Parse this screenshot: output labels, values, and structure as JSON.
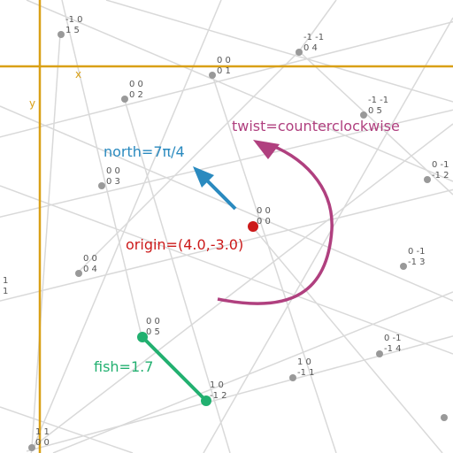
{
  "colors": {
    "grid": "#d9d9d9",
    "vertex": "#999999",
    "vertex_text": "#555555",
    "axis": "#d9a016",
    "origin": "#cc1a1a",
    "north": "#2a8abf",
    "twist": "#b0407f",
    "fish": "#22b070"
  },
  "axes": {
    "x_label": "x",
    "y_label": "y"
  },
  "origin": {
    "label": "origin=(4.0,-3.0)",
    "line1": "0 0",
    "line2": "0 0"
  },
  "north": {
    "label": "north=7π/4",
    "angle_text": "7π/4"
  },
  "twist": {
    "label": "twist=counterclockwise",
    "direction": "counterclockwise"
  },
  "fish": {
    "label": "fish=1.7",
    "value": 1.7
  },
  "vertices": [
    {
      "l1": "-1 0",
      "l2": "1 5"
    },
    {
      "l1": "0 0",
      "l2": "0 1"
    },
    {
      "l1": "-1 -1",
      "l2": "0 4"
    },
    {
      "l1": "0 0",
      "l2": "0 2"
    },
    {
      "l1": "-1 -1",
      "l2": "0 5"
    },
    {
      "l1": "0 0",
      "l2": "0 3"
    },
    {
      "l1": "0 -1",
      "l2": "-1 2"
    },
    {
      "l1": "0 0",
      "l2": "0 4"
    },
    {
      "l1": "0 -1",
      "l2": "-1 3"
    },
    {
      "l1": "0 0",
      "l2": "0 5"
    },
    {
      "l1": "0 -1",
      "l2": "-1 4"
    },
    {
      "l1": "1 0",
      "l2": "-1 1"
    },
    {
      "l1": "1 0",
      "l2": "-1 2"
    },
    {
      "l1": "1 1",
      "l2": "0 0"
    },
    {
      "l1": "1",
      "l2": "1"
    }
  ]
}
